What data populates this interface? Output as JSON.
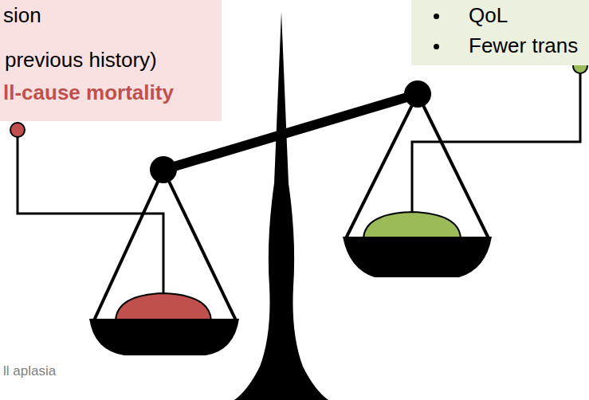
{
  "diagram": {
    "nodes": [
      {
        "text": [
          "sion",
          "previous history)",
          "ll-cause mortality"
        ]
      },
      {
        "text": [
          "QoL",
          "Fewer trans"
        ]
      }
    ],
    "labels": [
      "ll aplasia"
    ]
  }
}
